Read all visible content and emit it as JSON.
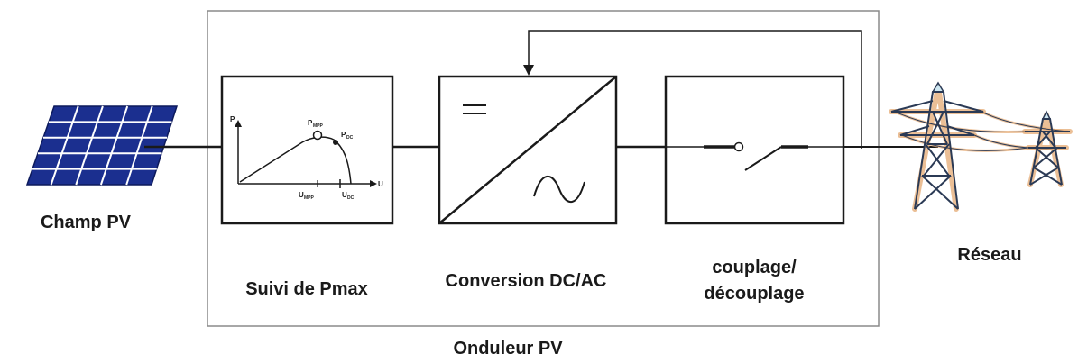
{
  "labels": {
    "pv_field": "Champ PV",
    "mppt": "Suivi de Pmax",
    "conversion": "Conversion DC/AC",
    "coupling_line1": "couplage/",
    "coupling_line2": "découplage",
    "grid": "Réseau",
    "inverter": "Onduleur PV"
  },
  "mppt_curve": {
    "axis_p": "P",
    "axis_u": "U",
    "p_mpp": "P",
    "p_mpp_sub": "MPP",
    "p_dc": "P",
    "p_dc_sub": "DC",
    "u_mpp": "U",
    "u_mpp_sub": "MPP",
    "u_dc": "U",
    "u_dc_sub": "DC"
  },
  "colors": {
    "panel_fill": "#1b2f8f",
    "panel_line": "#ffffff",
    "tower_steel": "#2b3a55",
    "tower_glow": "#e7b07c",
    "border": "#1a1a1a",
    "outer_border": "#8a8a8a"
  },
  "icons": [
    "solar-panel-icon",
    "power-tower-icon",
    "dc-symbol-icon",
    "ac-sine-icon",
    "switch-icon"
  ]
}
